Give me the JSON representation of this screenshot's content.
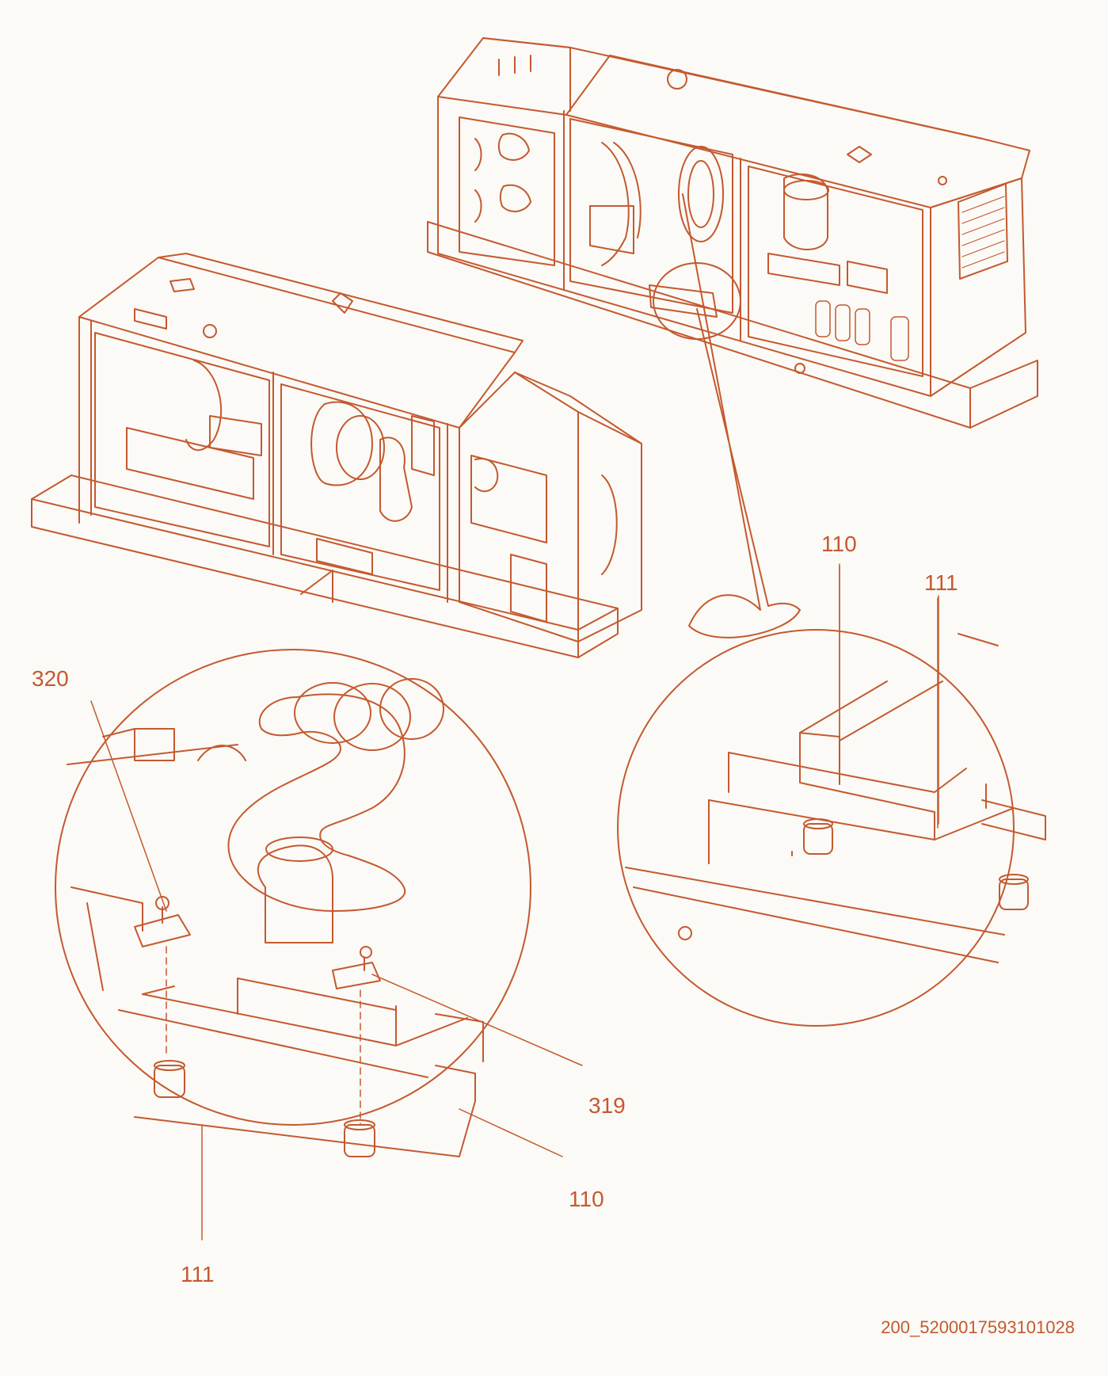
{
  "colors": {
    "line": "#c4592f",
    "background": "#fbfaf6",
    "faint": "#e2ddd6"
  },
  "callouts": {
    "upper_110": "110",
    "upper_111": "111",
    "left_320": "320",
    "left_319": "319",
    "left_110": "110",
    "left_111": "111"
  },
  "document_id": "200_5200017593101028"
}
